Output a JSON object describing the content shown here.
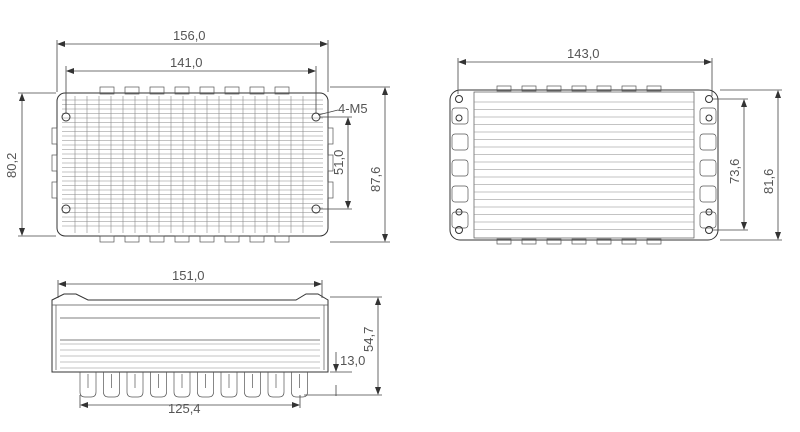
{
  "top_view": {
    "overall_width": "156,0",
    "hole_spacing_x": "141,0",
    "overall_height": "80,2",
    "hole_spacing_y": "51,0",
    "total_height": "87,6",
    "hole_callout": "4-M5"
  },
  "bottom_view": {
    "overall_width": "143,0",
    "hole_spacing_y": "73,6",
    "overall_height": "81,6"
  },
  "side_view": {
    "overall_width": "151,0",
    "fin_span": "125,4",
    "overall_height": "54,7",
    "fin_height": "13,0"
  }
}
